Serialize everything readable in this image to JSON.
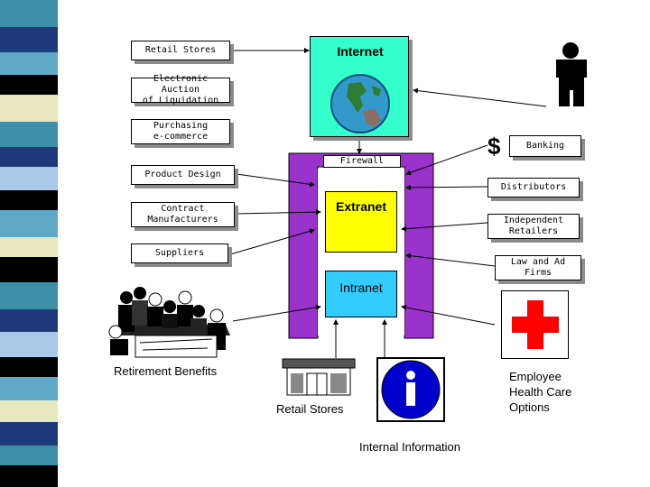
{
  "left_boxes": {
    "retail_stores": "Retail Stores",
    "auction": "Electronic Auction\nof Liquidation",
    "purchasing": "Purchasing\ne-commerce",
    "product_design": "Product Design",
    "contract": "Contract\nManufacturers",
    "suppliers": "Suppliers"
  },
  "right_boxes": {
    "banking": "Banking",
    "distributors": "Distributors",
    "independent": "Independent\nRetailers",
    "law": "Law and Ad\nFirms"
  },
  "center": {
    "internet": "Internet",
    "firewall": "Firewall",
    "extranet": "Extranet",
    "intranet": "Intranet"
  },
  "bottom": {
    "retirement": "Retirement Benefits",
    "retail_stores": "Retail Stores",
    "internal_info": "Internal Information",
    "health": "Employee\nHealth Care\nOptions"
  },
  "symbols": {
    "dollar": "$"
  },
  "colors": {
    "firewall_frame": "#9933cc",
    "extranet_fill": "#ffff00",
    "intranet_fill": "#33ccff",
    "internet_fill": "#33ffcc",
    "cross": "#ff0000",
    "info_blue": "#0000cc"
  },
  "icons": [
    "globe-icon",
    "person-icon",
    "dollar-icon",
    "meeting-people-icon",
    "store-icon",
    "info-icon",
    "red-cross-icon"
  ]
}
